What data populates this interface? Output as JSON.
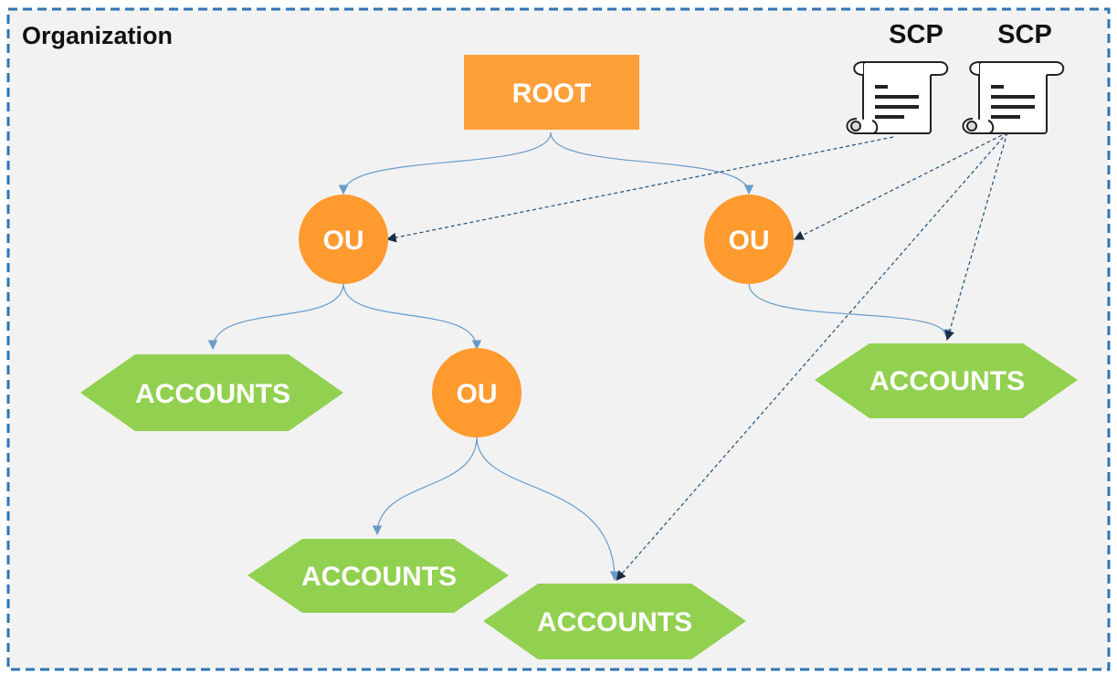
{
  "organization": {
    "title": "Organization"
  },
  "root": {
    "label": "ROOT"
  },
  "ou_nodes": [
    {
      "label": "OU"
    },
    {
      "label": "OU"
    },
    {
      "label": "OU"
    }
  ],
  "account_nodes": [
    {
      "label": "ACCOUNTS"
    },
    {
      "label": "ACCOUNTS"
    },
    {
      "label": "ACCOUNTS"
    },
    {
      "label": "ACCOUNTS"
    }
  ],
  "scp_policies": [
    {
      "label": "SCP",
      "icon": "scroll-document-icon"
    },
    {
      "label": "SCP",
      "icon": "scroll-document-icon"
    }
  ],
  "colors": {
    "background": "#f2f2f2",
    "frame_border": "#2e74b5",
    "root_fill": "#ff9f3a",
    "ou_fill": "#ff9a2e",
    "accounts_fill": "#92d050",
    "node_text": "#ffffff",
    "hierarchy_edge": "#6a9bc7",
    "policy_edge": "#1f4e79"
  }
}
